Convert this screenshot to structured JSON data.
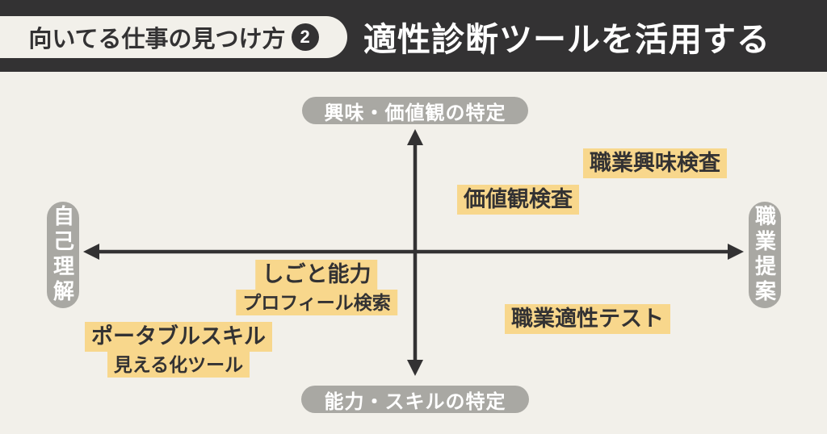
{
  "header": {
    "tag_label": "向いてる仕事の見つけ方",
    "tag_number": "2",
    "title": "適性診断ツールを活用する"
  },
  "diagram": {
    "axis_labels": {
      "top": "興味・価値観の特定",
      "bottom": "能力・スキルの特定",
      "left": "自己理解",
      "right": "職業提案"
    },
    "items": {
      "interest_test": {
        "line1": "職業興味検査"
      },
      "values_test": {
        "line1": "価値観検査"
      },
      "work_ability": {
        "line1": "しごと能力",
        "line2": "プロフィール検索"
      },
      "portable_skill": {
        "line1": "ポータブルスキル",
        "line2": "見える化ツール"
      },
      "aptitude_test": {
        "line1": "職業適性テスト"
      }
    }
  },
  "colors": {
    "header_bg": "#333233",
    "surface_bg": "#f2f0ea",
    "axis_pill_bg": "#a9a8a3",
    "highlight_bg": "#f8d78c",
    "axis_stroke": "#333233",
    "text_dark": "#333233",
    "text_light": "#ffffff"
  }
}
